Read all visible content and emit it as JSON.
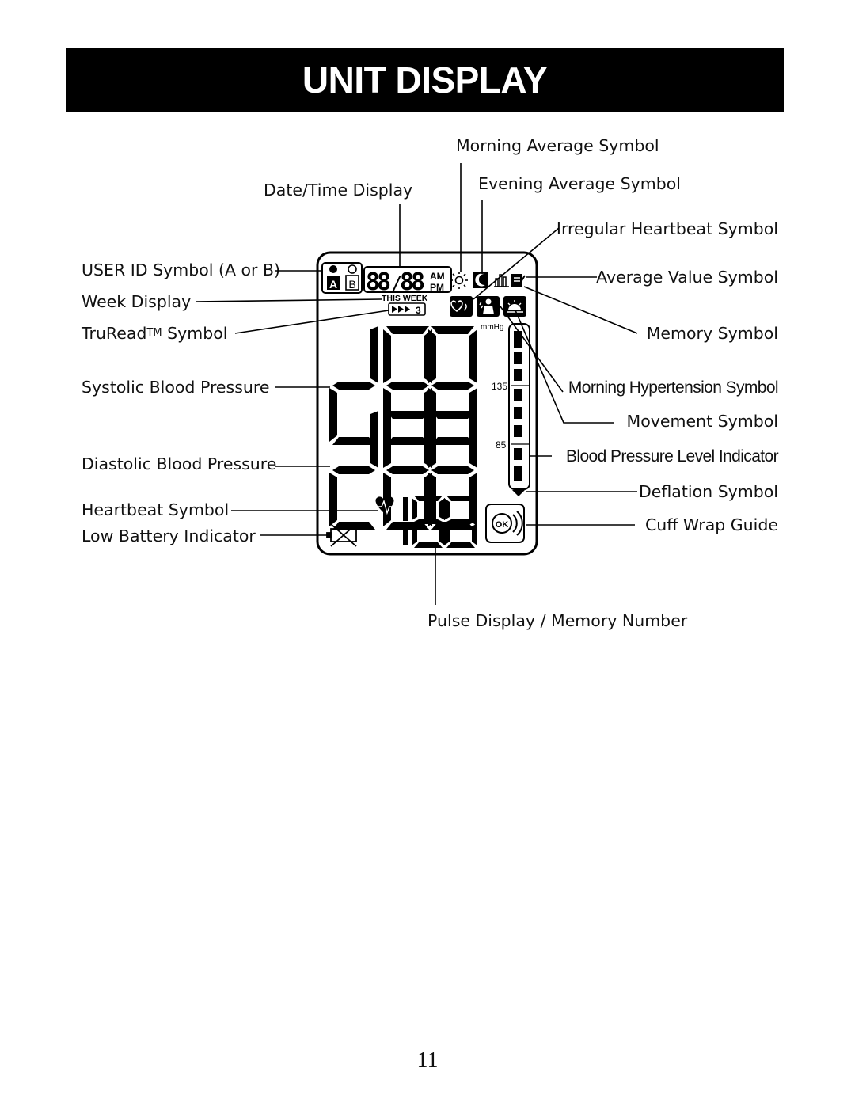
{
  "title": "UNIT DISPLAY",
  "labels": {
    "morning_average": "Morning Average Symbol",
    "date_time": "Date/Time Display",
    "evening_average": "Evening Average Symbol",
    "irregular_heartbeat": "Irregular Heartbeat Symbol",
    "user_id": "USER ID Symbol (A or B)",
    "average_value": "Average Value Symbol",
    "week_display": "Week Display",
    "truread_prefix": "TruRead",
    "truread_tm": "TM",
    "truread_suffix": " Symbol",
    "memory": "Memory Symbol",
    "systolic": "Systolic Blood Pressure",
    "morning_hypertension": "Morning Hypertension Symbol",
    "movement": "Movement Symbol",
    "diastolic": "Diastolic Blood Pressure",
    "bp_level_indicator": "Blood Pressure Level Indicator",
    "deflation": "Deflation Symbol",
    "heartbeat": "Heartbeat Symbol",
    "cuff_wrap": "Cuff Wrap Guide",
    "low_battery": "Low Battery Indicator",
    "pulse_memory": "Pulse Display / Memory Number"
  },
  "lcd": {
    "user_a": "A",
    "user_b": "B",
    "date_digits": "88",
    "date_separator": "/",
    "time_digits": "88",
    "am": "AM",
    "pm": "PM",
    "this_week": "THIS WEEK",
    "truread_count": "3",
    "unit": "mmHg",
    "level_high": "135",
    "level_low": "85",
    "systolic_digits": "288",
    "diastolic_digits": "288",
    "pulse_digits": "188",
    "ok": "OK"
  },
  "page_number": "11"
}
